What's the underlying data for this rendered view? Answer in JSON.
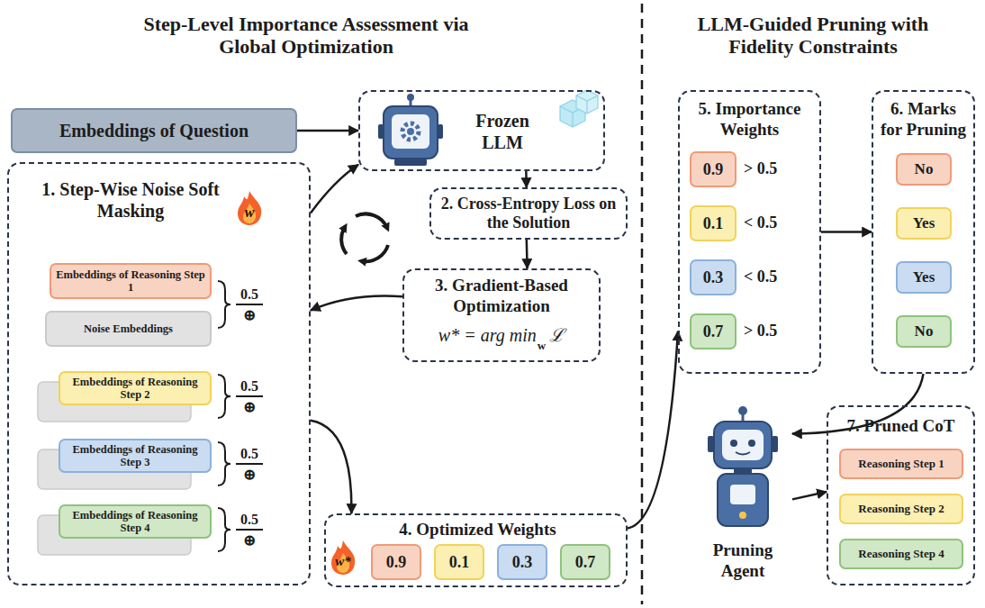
{
  "diagram": {
    "nodes": [
      {
        "text": [
          "Embeddings of Question"
        ]
      },
      {
        "text": [
          "Frozen LLM"
        ]
      },
      {
        "text": [
          "1. Step-Wise Noise Soft Masking"
        ]
      },
      {
        "text": [
          "Embeddings of Reasoning Step 1"
        ],
        "in": 2
      },
      {
        "text": [
          "Noise Embeddings"
        ],
        "in": 2
      },
      {
        "text": [
          "Embeddings of Reasoning Step 2"
        ],
        "in": 2
      },
      {
        "text": [
          "Embeddings of Reasoning Step 3"
        ],
        "in": 2
      },
      {
        "text": [
          "Embeddings of Reasoning Step 4"
        ],
        "in": 2
      },
      {
        "text": [
          "2. Cross-Entropy Loss on the Solution"
        ]
      },
      {
        "text": [
          "3. Gradient-Based Optimization",
          "w* = arg min",
          "w",
          "ℒ"
        ]
      },
      {
        "text": [
          "4. Optimized Weights"
        ]
      },
      {
        "text": [
          "0.9"
        ],
        "in": 10
      },
      {
        "text": [
          "0.1"
        ],
        "in": 10
      },
      {
        "text": [
          "0.3"
        ],
        "in": 10
      },
      {
        "text": [
          "0.7"
        ],
        "in": 10
      },
      {
        "text": [
          "5. Importance Weights"
        ]
      },
      {
        "text": [
          "0.9"
        ],
        "in": 15
      },
      {
        "text": [
          "0.1"
        ],
        "in": 15
      },
      {
        "text": [
          "0.3"
        ],
        "in": 15
      },
      {
        "text": [
          "0.7"
        ],
        "in": 15
      },
      {
        "text": [
          "6. Marks for Pruning"
        ]
      },
      {
        "text": [
          "No"
        ],
        "in": 20
      },
      {
        "text": [
          "Yes"
        ],
        "in": 20
      },
      {
        "text": [
          "Yes"
        ],
        "in": 20
      },
      {
        "text": [
          "No"
        ],
        "in": 20
      },
      {
        "text": [
          "Pruning Agent"
        ]
      },
      {
        "text": [
          "7. Pruned CoT"
        ]
      },
      {
        "text": [
          "Reasoning Step 1"
        ],
        "in": 26
      },
      {
        "text": [
          "Reasoning Step 2"
        ],
        "in": 26
      },
      {
        "text": [
          "Reasoning Step 4"
        ],
        "in": 26
      }
    ],
    "edges": [
      {
        "from": 0,
        "to": 1,
        "arrow": "to"
      },
      {
        "from": 2,
        "to": 1,
        "arrow": "to"
      },
      {
        "from": 1,
        "to": 8,
        "arrow": "to"
      },
      {
        "from": 8,
        "to": 9,
        "arrow": "to"
      },
      {
        "from": 9,
        "to": 2,
        "arrow": "to"
      },
      {
        "from": 2,
        "to": 10,
        "arrow": "to"
      },
      {
        "from": 10,
        "to": 15,
        "arrow": "to"
      },
      {
        "from": 15,
        "to": 20,
        "arrow": "to"
      },
      {
        "from": 20,
        "to": 25,
        "arrow": "to"
      },
      {
        "from": 25,
        "to": 26,
        "arrow": "to"
      }
    ],
    "labels": [
      "Step-Level Importance Assessment via Global Optimization",
      "LLM-Guided Pruning with Fidelity Constraints",
      "0.5",
      "⊕",
      "0.5",
      "⊕",
      "0.5",
      "⊕",
      "0.5",
      "⊕",
      "w",
      "w*",
      "> 0.5",
      "< 0.5",
      "< 0.5",
      "> 0.5"
    ]
  }
}
